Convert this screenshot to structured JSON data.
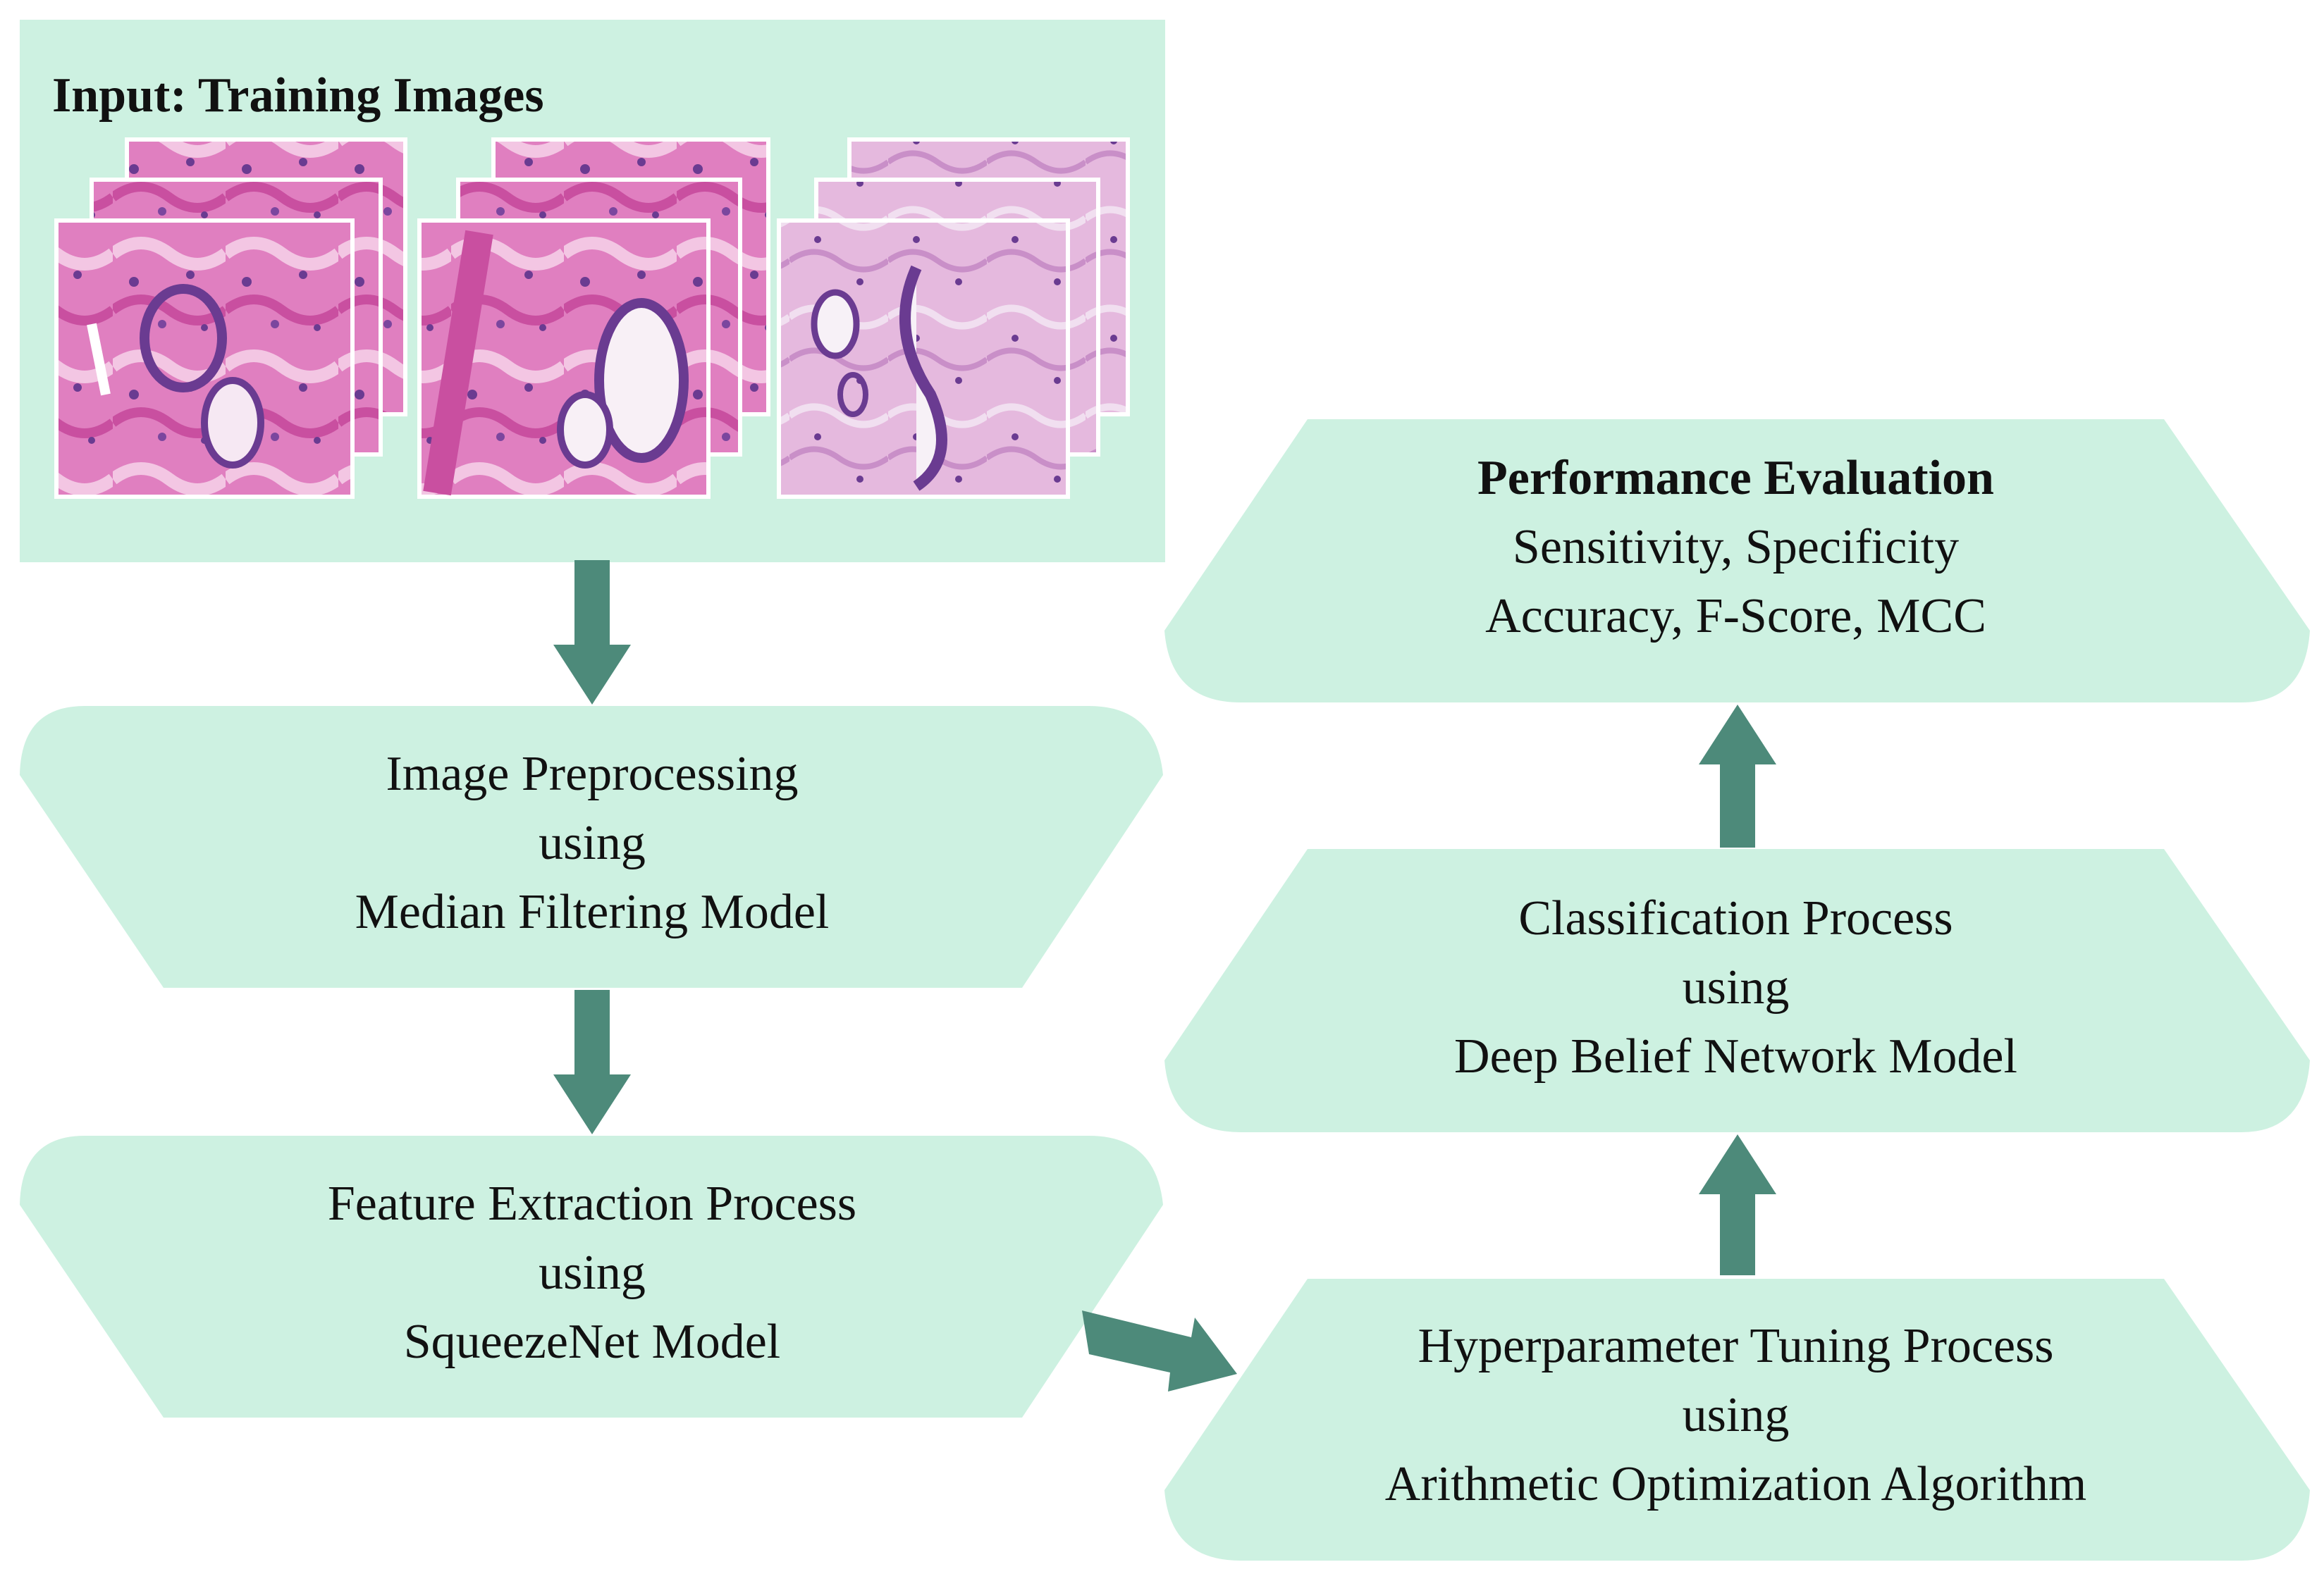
{
  "colors": {
    "box_fill": "#cdf1e1",
    "arrow": "#4d8a7a",
    "tissue_pink": "#d45fa4",
    "tissue_light": "#e9c8e2",
    "nuclei": "#6a3b91"
  },
  "input": {
    "title": "Input: Training Images"
  },
  "preprocess": {
    "line1": "Image Preprocessing",
    "line2": "using",
    "line3": "Median Filtering Model"
  },
  "feature": {
    "line1": "Feature Extraction Process",
    "line2": "using",
    "line3": "SqueezeNet Model"
  },
  "hyper": {
    "line1": "Hyperparameter Tuning Process",
    "line2": "using",
    "line3": "Arithmetic Optimization Algorithm"
  },
  "classify": {
    "line1": "Classification Process",
    "line2": "using",
    "line3": "Deep Belief Network Model"
  },
  "performance": {
    "title": "Performance Evaluation",
    "line1": "Sensitivity, Specificity",
    "line2": "Accuracy, F-Score, MCC"
  }
}
